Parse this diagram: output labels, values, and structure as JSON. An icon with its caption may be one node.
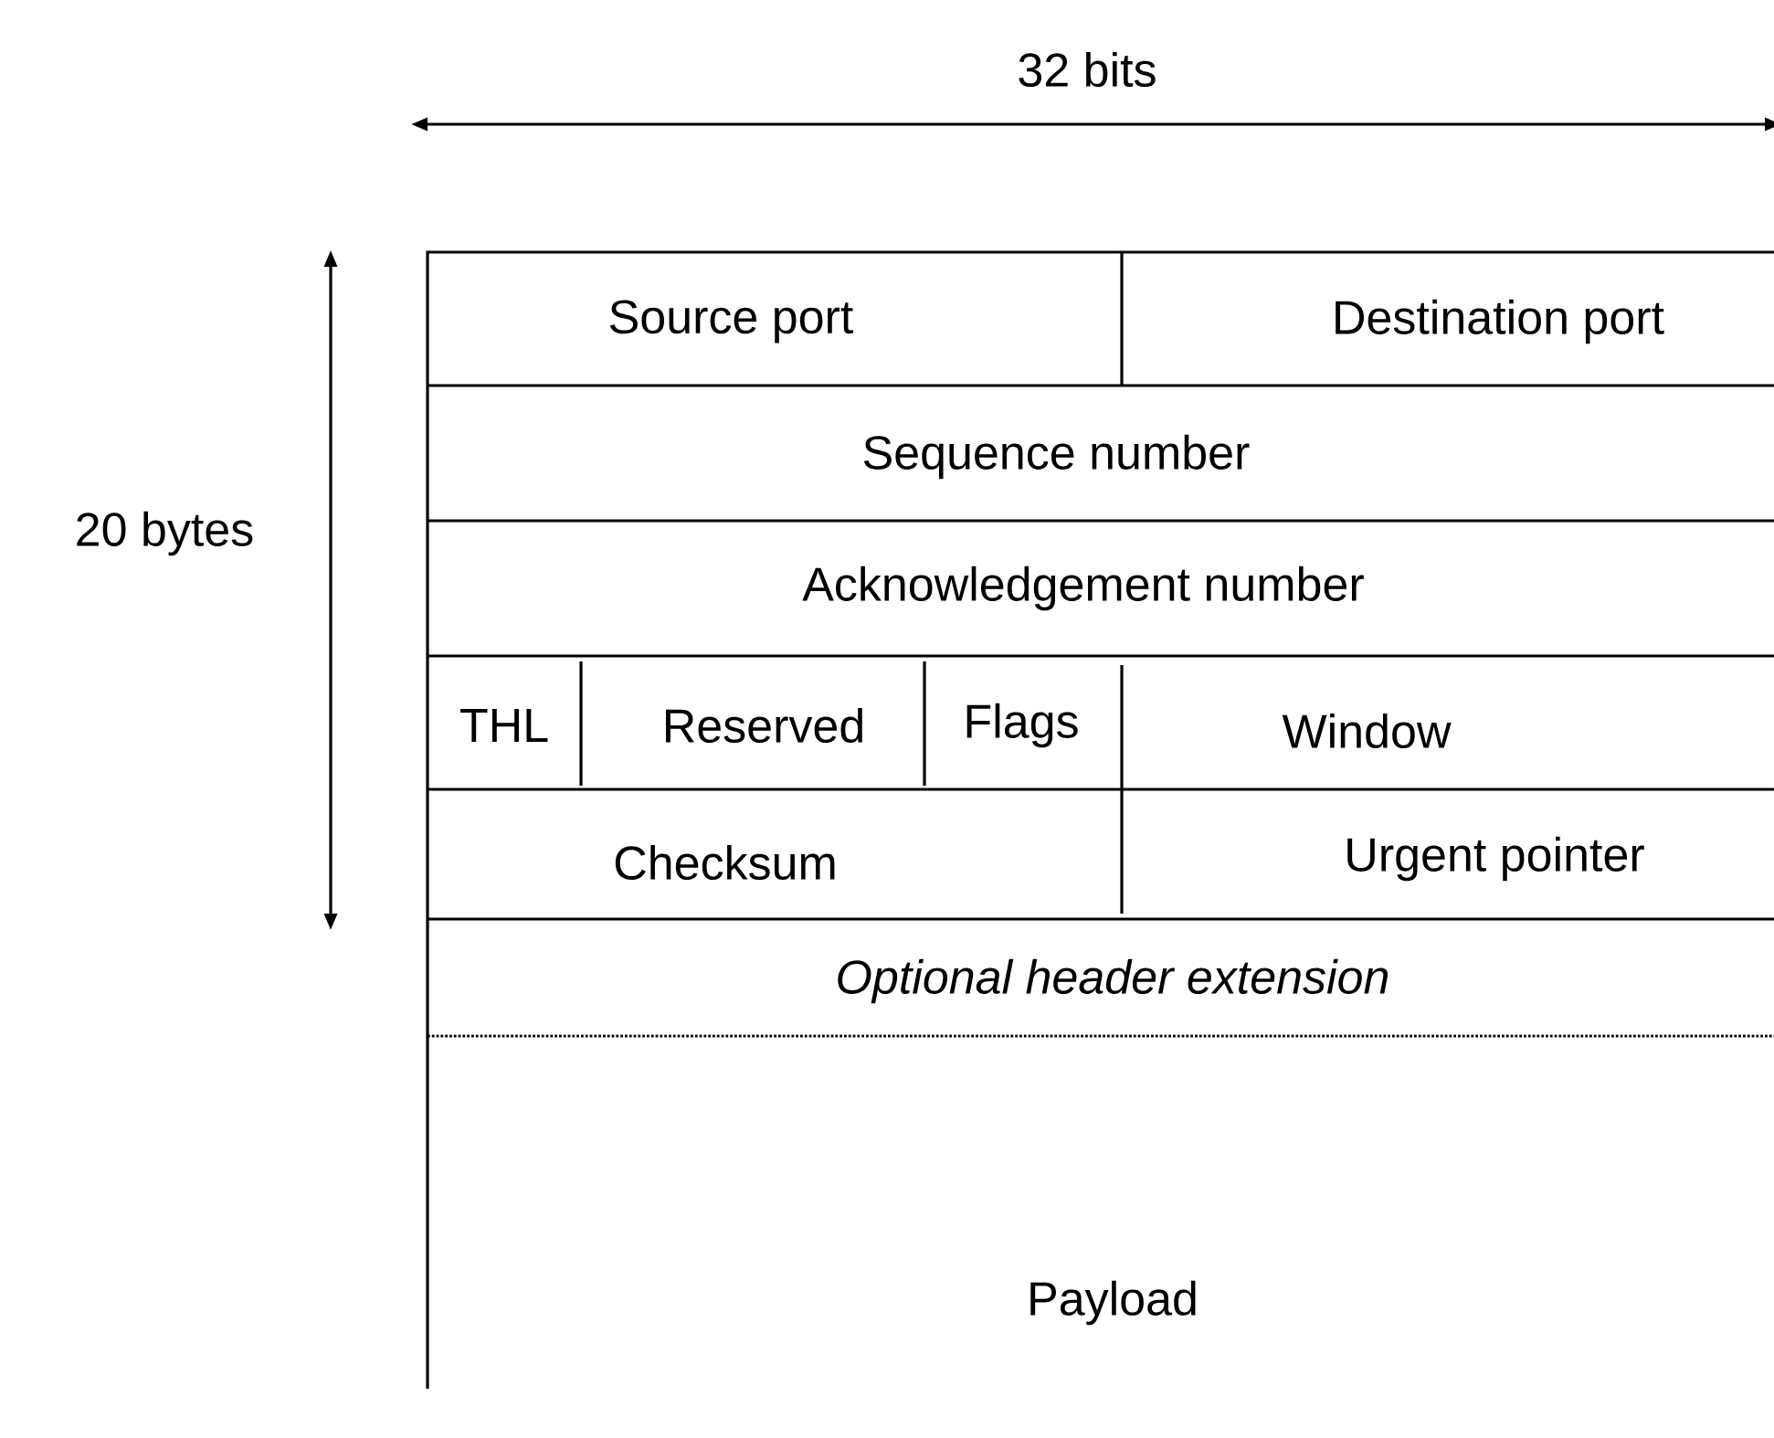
{
  "diagram": {
    "labels": [
      "32 bits",
      "20 bytes",
      "Source port",
      "Destination port",
      "Sequence number",
      "Acknowledgement number",
      "THL",
      "Reserved",
      "Flags",
      "Window",
      "Checksum",
      "Urgent pointer",
      "Optional header extension",
      "Payload"
    ]
  }
}
